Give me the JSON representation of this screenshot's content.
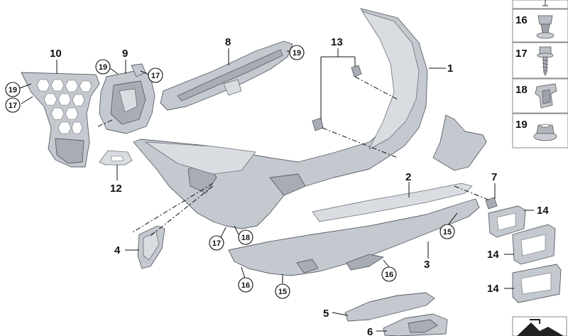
{
  "diagram": {
    "callouts": [
      "1",
      "2",
      "3",
      "4",
      "5",
      "6",
      "7",
      "8",
      "9",
      "10",
      "12",
      "13",
      "14",
      "14",
      "14"
    ],
    "circled": [
      "19",
      "19",
      "17",
      "17",
      "19",
      "19",
      "18",
      "17",
      "15",
      "16",
      "16",
      "15"
    ],
    "legend": [
      {
        "num": "16",
        "icon": "clip-nut-icon"
      },
      {
        "num": "17",
        "icon": "screw-icon"
      },
      {
        "num": "18",
        "icon": "spring-nut-icon"
      },
      {
        "num": "19",
        "icon": "flange-nut-icon"
      }
    ]
  }
}
